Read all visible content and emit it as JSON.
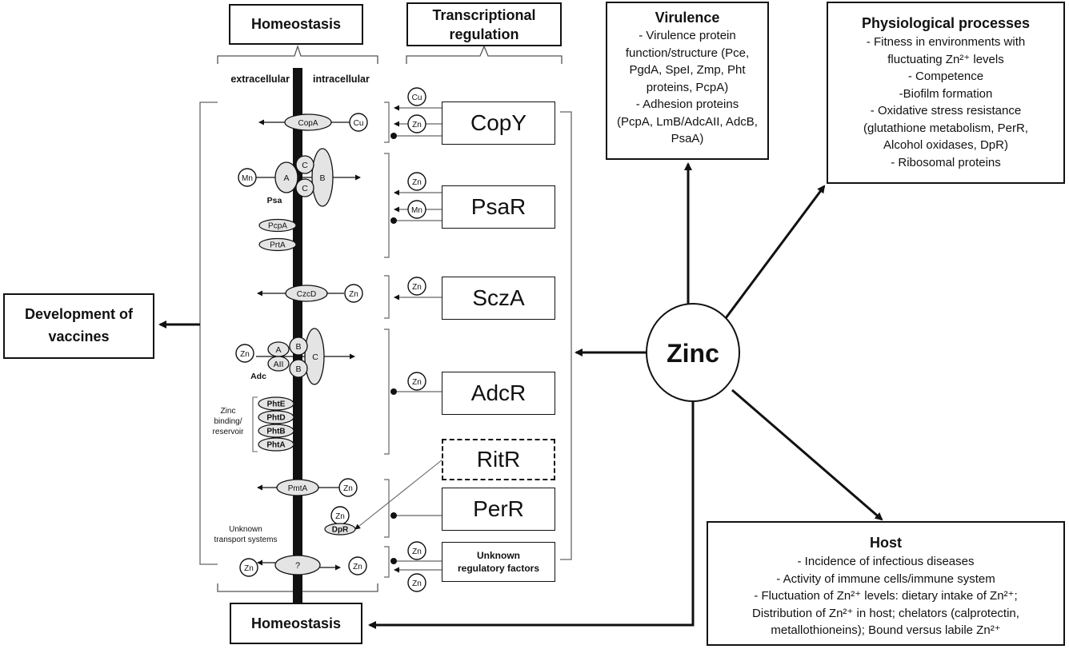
{
  "headers": {
    "homeostasis_top": "Homeostasis",
    "transcriptional_regulation": [
      "Transcriptional",
      "regulation"
    ],
    "homeostasis_bottom": "Homeostasis",
    "development_of_vaccines": [
      "Development of",
      "vaccines"
    ]
  },
  "membrane": {
    "extracellular": "extracellular",
    "intracellular": "intracellular"
  },
  "virulence": {
    "title": "Virulence",
    "lines": [
      "- Virulence protein",
      "function/structure (Pce,",
      "PgdA, SpeI, Zmp, Pht",
      "proteins, PcpA)",
      "- Adhesion proteins",
      "(PcpA, LmB/AdcAII, AdcB,",
      "PsaA)"
    ]
  },
  "physiological": {
    "title": "Physiological processes",
    "lines": [
      "- Fitness in environments with",
      "fluctuating Zn²⁺ levels",
      "- Competence",
      "-Biofilm formation",
      "- Oxidative stress resistance",
      "(glutathione metabolism, PerR,",
      "Alcohol oxidases, DpR)",
      "- Ribosomal proteins"
    ]
  },
  "host": {
    "title": "Host",
    "lines": [
      "- Incidence of infectious diseases",
      "- Activity of immune cells/immune system",
      "- Fluctuation of Zn²⁺ levels: dietary intake of Zn²⁺;",
      "Distribution of Zn²⁺ in host; chelators (calprotectin,",
      "metallothioneins); Bound versus labile Zn²⁺"
    ]
  },
  "zinc": "Zinc",
  "regulators": {
    "copy": "CopY",
    "psar": "PsaR",
    "scza": "SczA",
    "adcr": "AdcR",
    "ritr": "RitR",
    "perr": "PerR",
    "unknown": [
      "Unknown",
      "regulatory factors"
    ]
  },
  "ions": {
    "cu": "Cu",
    "zn": "Zn",
    "mn": "Mn",
    "unknown_q": "?"
  },
  "proteins": {
    "copa": "CopA",
    "psa": {
      "a": "A",
      "b": "B",
      "c": "C",
      "label": "Psa"
    },
    "pcpa": "PcpA",
    "prta": "PrtA",
    "czcd": "CzcD",
    "adc": {
      "a": "A",
      "aii": "AII",
      "b": "B",
      "c": "C",
      "label": "Adc"
    },
    "phte": "PhtE",
    "phtd": "PhtD",
    "phtb": "PhtB",
    "phta": "PhtA",
    "pmta": "PmtA",
    "dpr": "DpR"
  },
  "annotations": {
    "zinc_binding": [
      "Zinc",
      "binding/",
      "reservoir"
    ],
    "unknown_transport": [
      "Unknown",
      "transport systems"
    ]
  }
}
